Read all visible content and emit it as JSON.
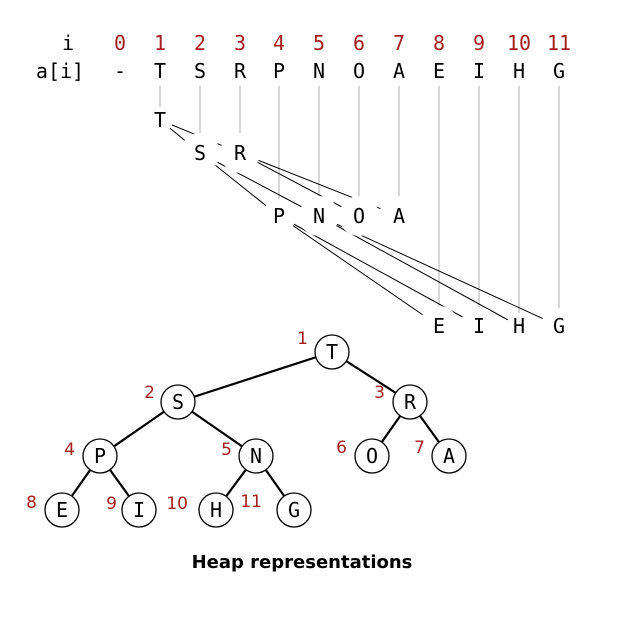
{
  "header": {
    "index_label": "i",
    "array_label": "a[i]",
    "indices": [
      "0",
      "1",
      "2",
      "3",
      "4",
      "5",
      "6",
      "7",
      "8",
      "9",
      "10",
      "11"
    ],
    "values": [
      "-",
      "T",
      "S",
      "R",
      "P",
      "N",
      "O",
      "A",
      "E",
      "I",
      "H",
      "G"
    ]
  },
  "tree": {
    "nodes": [
      {
        "index": "1",
        "key": "T"
      },
      {
        "index": "2",
        "key": "S"
      },
      {
        "index": "3",
        "key": "R"
      },
      {
        "index": "4",
        "key": "P"
      },
      {
        "index": "5",
        "key": "N"
      },
      {
        "index": "6",
        "key": "O"
      },
      {
        "index": "7",
        "key": "A"
      },
      {
        "index": "8",
        "key": "E"
      },
      {
        "index": "9",
        "key": "I"
      },
      {
        "index": "10",
        "key": "H"
      },
      {
        "index": "11",
        "key": "G"
      }
    ]
  },
  "caption": "Heap representations",
  "colors": {
    "index": "#a32020",
    "connector": "#bbbbbb",
    "ink": "#000000"
  }
}
